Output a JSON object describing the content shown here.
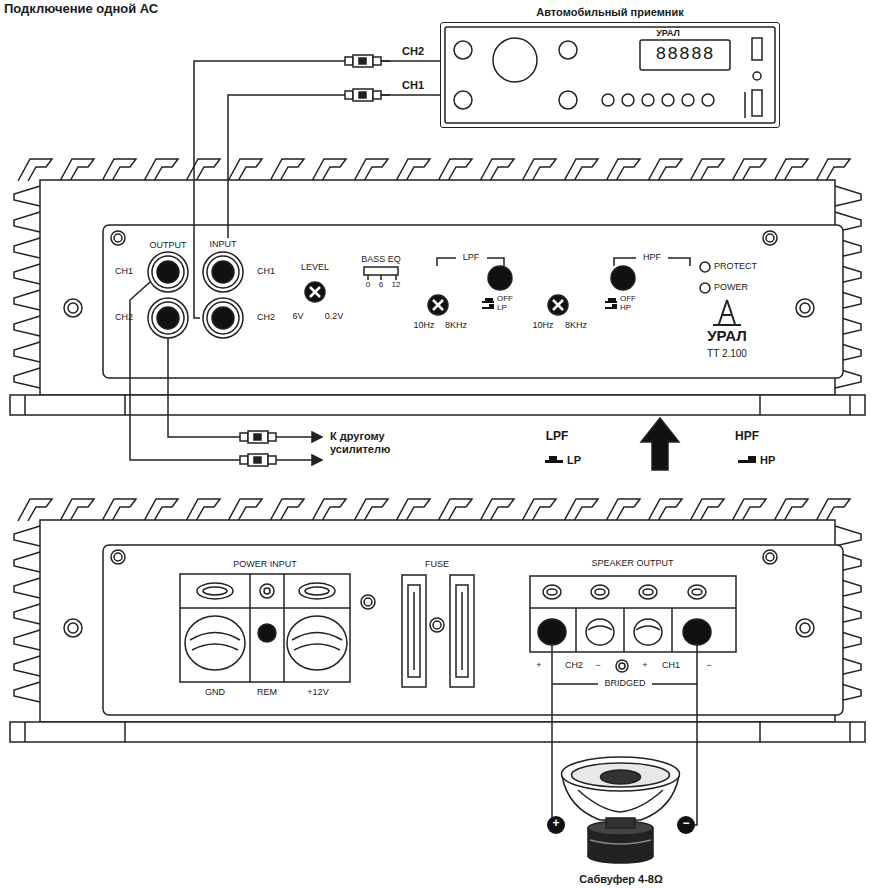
{
  "diagram": {
    "title": "Подключение одной АС",
    "nodes": [
      {
        "text": [
          "Автомобильный приемник"
        ]
      },
      {
        "text": [
          "INPUT"
        ]
      },
      {
        "text": [
          "SPEAKER OUTPUT"
        ]
      },
      {
        "text": [
          "Сабвуфер 4-8Ω"
        ]
      }
    ],
    "edges": [
      {
        "from": 0,
        "to": 1,
        "label": "CH2",
        "arrow": "none"
      },
      {
        "from": 0,
        "to": 1,
        "label": "CH1",
        "arrow": "none"
      },
      {
        "from": 2,
        "to": 3,
        "arrow": "none"
      },
      {
        "from": 2,
        "to": 3,
        "arrow": "none"
      }
    ],
    "labels": [
      "УРАЛ",
      "88888",
      "OUTPUT",
      "CH1",
      "CH2",
      "CH1",
      "CH2",
      "LEVEL",
      "6V",
      "0.2V",
      "BASS EQ",
      "0",
      "6",
      "12",
      "LPF",
      "10Hz",
      "8KHz",
      "OFF",
      "LP",
      "HPF",
      "10Hz",
      "8KHz",
      "OFF",
      "HP",
      "PROTECT",
      "POWER",
      "УРАЛ",
      "TT 2.100",
      "К другому усилителю",
      "LPF",
      "LP",
      "HPF",
      "HP",
      "POWER INPUT",
      "GND",
      "REM",
      "+12V",
      "FUSE",
      "+",
      "CH2",
      "−",
      "+",
      "CH1",
      "−",
      "BRIDGED",
      "+",
      "−"
    ]
  }
}
